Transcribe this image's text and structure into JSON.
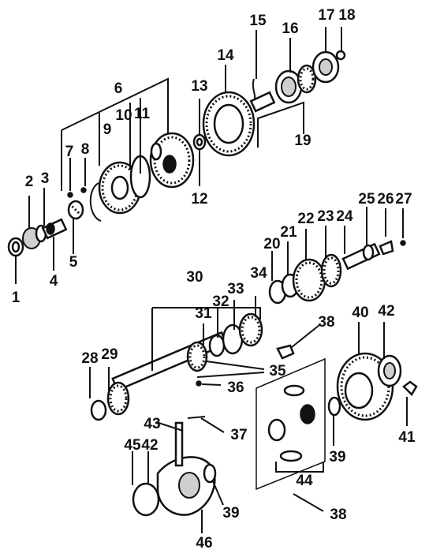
{
  "diagram": {
    "colors": {
      "ink": "#111111",
      "paper": "#ffffff",
      "shade": "#cfcfcf"
    },
    "callouts": [
      {
        "id": 1,
        "label": "1"
      },
      {
        "id": 2,
        "label": "2"
      },
      {
        "id": 3,
        "label": "3"
      },
      {
        "id": 4,
        "label": "4"
      },
      {
        "id": 5,
        "label": "5"
      },
      {
        "id": 6,
        "label": "6"
      },
      {
        "id": 7,
        "label": "7"
      },
      {
        "id": 8,
        "label": "8"
      },
      {
        "id": 9,
        "label": "9"
      },
      {
        "id": 10,
        "label": "10"
      },
      {
        "id": 11,
        "label": "11"
      },
      {
        "id": 12,
        "label": "12"
      },
      {
        "id": 13,
        "label": "13"
      },
      {
        "id": 14,
        "label": "14"
      },
      {
        "id": 15,
        "label": "15"
      },
      {
        "id": 16,
        "label": "16"
      },
      {
        "id": 17,
        "label": "17"
      },
      {
        "id": 18,
        "label": "18"
      },
      {
        "id": 19,
        "label": "19"
      },
      {
        "id": 20,
        "label": "20"
      },
      {
        "id": 21,
        "label": "21"
      },
      {
        "id": 22,
        "label": "22"
      },
      {
        "id": 23,
        "label": "23"
      },
      {
        "id": 24,
        "label": "24"
      },
      {
        "id": 25,
        "label": "25"
      },
      {
        "id": 26,
        "label": "26"
      },
      {
        "id": 27,
        "label": "27"
      },
      {
        "id": 28,
        "label": "28"
      },
      {
        "id": 29,
        "label": "29"
      },
      {
        "id": 30,
        "label": "30"
      },
      {
        "id": 31,
        "label": "31"
      },
      {
        "id": 32,
        "label": "32"
      },
      {
        "id": 33,
        "label": "33"
      },
      {
        "id": 34,
        "label": "34"
      },
      {
        "id": 35,
        "label": "35"
      },
      {
        "id": 36,
        "label": "36"
      },
      {
        "id": 37,
        "label": "37"
      },
      {
        "id": "38a",
        "label": "38"
      },
      {
        "id": "38b",
        "label": "38"
      },
      {
        "id": "39a",
        "label": "39"
      },
      {
        "id": "39b",
        "label": "39"
      },
      {
        "id": 40,
        "label": "40"
      },
      {
        "id": 41,
        "label": "41"
      },
      {
        "id": "42a",
        "label": "42"
      },
      {
        "id": "42b",
        "label": "42"
      },
      {
        "id": 43,
        "label": "43"
      },
      {
        "id": 44,
        "label": "44"
      },
      {
        "id": 45,
        "label": "45"
      },
      {
        "id": 46,
        "label": "46"
      }
    ]
  }
}
